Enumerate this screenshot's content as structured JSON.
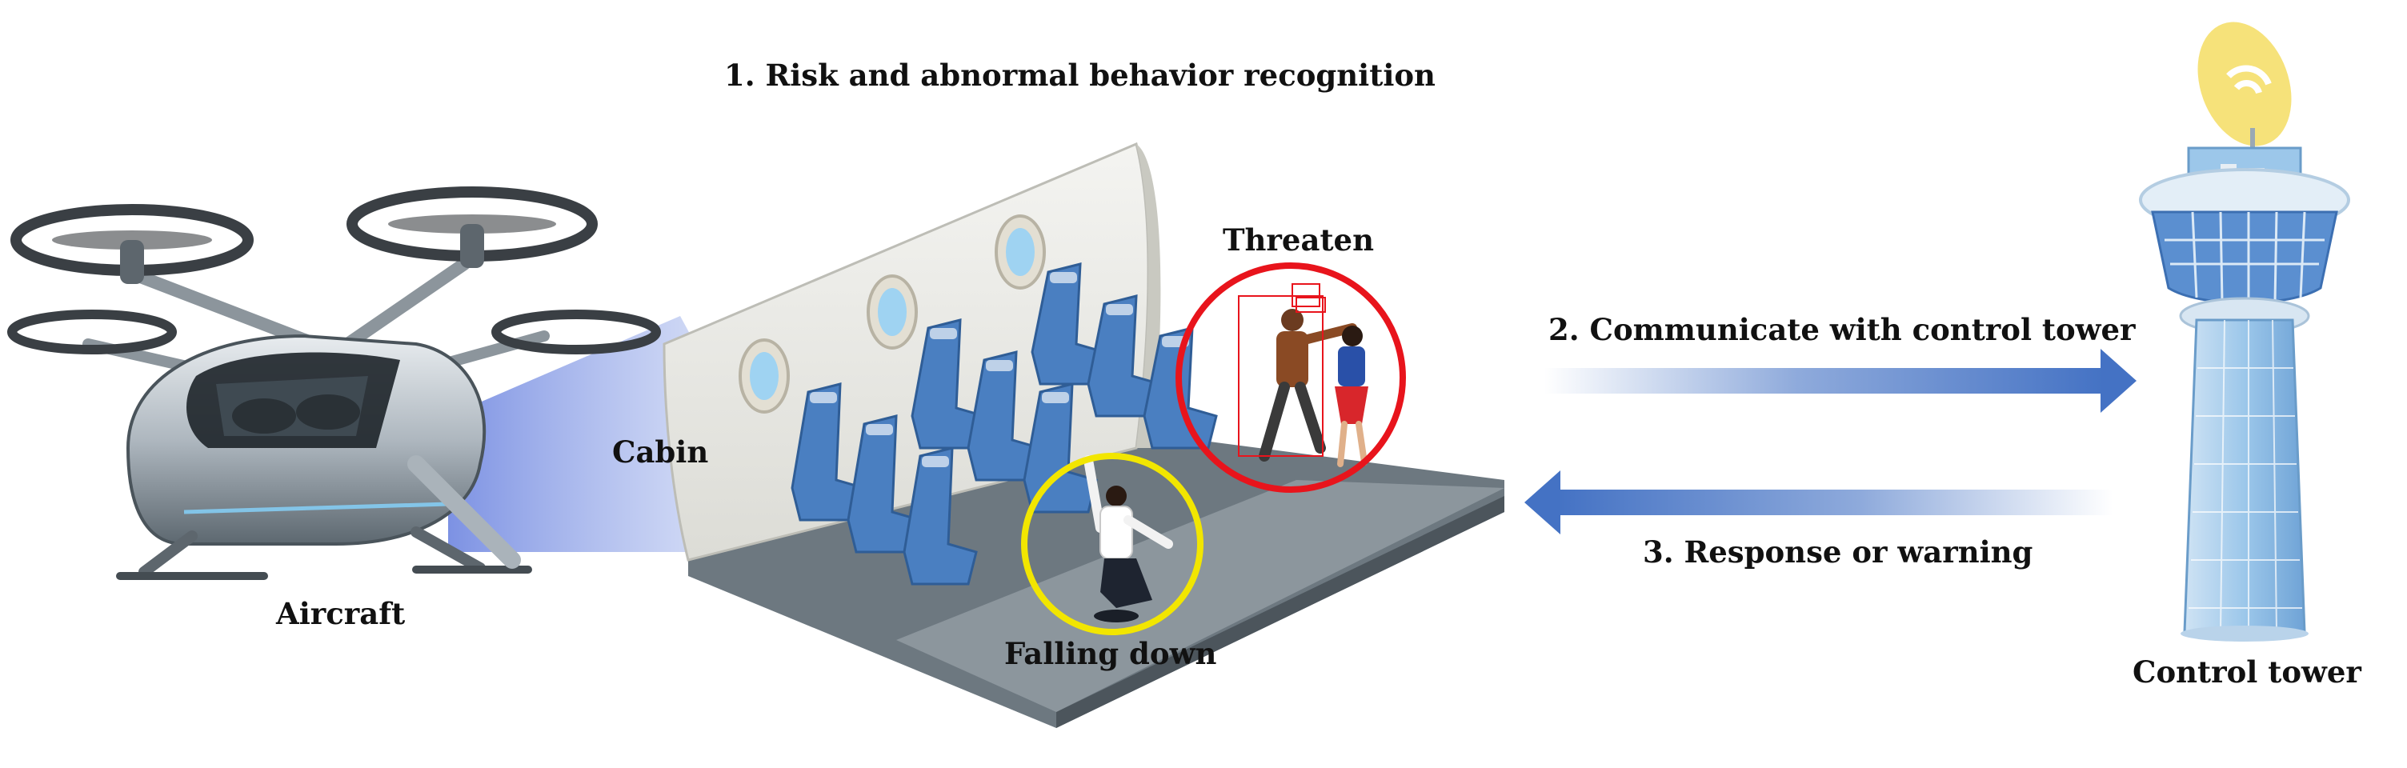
{
  "diagram": {
    "title": "1. Risk and abnormal behavior recognition",
    "labels": {
      "aircraft": "Aircraft",
      "cabin": "Cabin",
      "threaten": "Threaten",
      "falling_down": "Falling down",
      "communicate": "2. Communicate with control tower",
      "response": "3. Response or warning",
      "control_tower": "Control tower"
    },
    "colors": {
      "arrow_blue": "#4472c4",
      "threat_circle": "#e8141c",
      "fall_circle": "#f2e600",
      "seat_blue": "#4a7fc1",
      "floor": "#6d7880",
      "tower_blue": "#7fb2e0",
      "beacon_yellow": "#f6e27a"
    },
    "icons": [
      "drone-aircraft-icon",
      "airplane-seat-icon",
      "window-icon",
      "person-icon",
      "control-tower-icon",
      "wifi-signal-icon",
      "arrow-right-icon",
      "arrow-left-icon"
    ]
  }
}
